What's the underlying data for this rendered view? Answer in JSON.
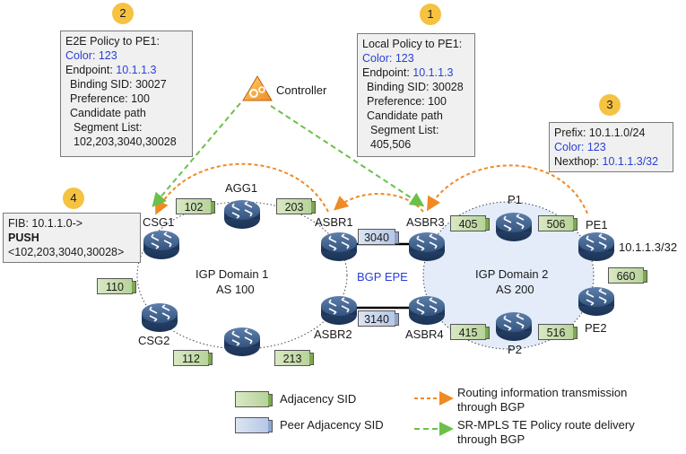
{
  "controller": {
    "label": "Controller"
  },
  "badges": [
    "1",
    "2",
    "3",
    "4"
  ],
  "box1": {
    "lines": [
      "Local Policy to PE1:",
      "Color: 123",
      "Endpoint: ",
      "10.1.1.3",
      "Binding SID: 30028",
      "Preference: 100",
      "Candidate path",
      "Segment List:",
      "405,506"
    ]
  },
  "box2": {
    "lines": [
      "E2E Policy to PE1:",
      "Color: 123",
      "Endpoint: ",
      "10.1.1.3",
      "Binding SID: 30027",
      "Preference: 100",
      "Candidate path",
      "Segment List:",
      "102,203,3040,30028"
    ]
  },
  "box3": {
    "lines": [
      "Prefix: 10.1.1.0/24",
      "Color: 123",
      "Nexthop: ",
      "10.1.1.3/32"
    ]
  },
  "box4": {
    "lines": [
      "FIB: 10.1.1.0->",
      "PUSH",
      "<102,203,3040,30028>"
    ]
  },
  "nodes": {
    "csg1": "CSG1",
    "agg1": "AGG1",
    "csg2": "CSG2",
    "asbr1": "ASBR1",
    "asbr2": "ASBR2",
    "asbr3": "ASBR3",
    "asbr4": "ASBR4",
    "p1": "P1",
    "p2": "P2",
    "pe1": "PE1",
    "pe2": "PE2"
  },
  "domains": {
    "d1_name": "IGP Domain 1",
    "d1_as": "AS 100",
    "d2_name": "IGP Domain 2",
    "d2_as": "AS 200",
    "bgp_epe": "BGP EPE"
  },
  "pe1_address": "10.1.1.3/32",
  "sids": {
    "s102": "102",
    "s203": "203",
    "s110": "110",
    "s112": "112",
    "s213": "213",
    "s3040": "3040",
    "s3140": "3140",
    "s405": "405",
    "s506": "506",
    "s415": "415",
    "s516": "516",
    "s660": "660"
  },
  "legend": {
    "adjacency": "Adjacency SID",
    "peer_adjacency": "Peer Adjacency SID",
    "routing_line1": "Routing information transmission",
    "routing_line2": "through BGP",
    "srte_line1": "SR-MPLS TE Policy route delivery",
    "srte_line2": "through BGP"
  },
  "colors": {
    "orange_dash": "#f08a24",
    "green_dash": "#6cc04a",
    "blue_text": "#2a3fd6",
    "badge": "#f5c242",
    "router": "#2d4a73"
  }
}
